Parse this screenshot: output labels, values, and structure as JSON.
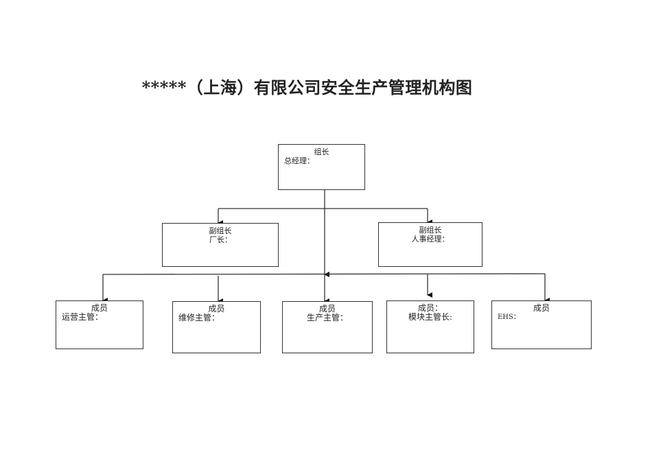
{
  "title": "*****（上海）有限公司安全生产管理机构图",
  "leader": {
    "heading": "组长",
    "role": "总经理："
  },
  "deputies": [
    {
      "heading": "副组长",
      "role": "厂长："
    },
    {
      "heading": "副组长",
      "role": "人事经理："
    }
  ],
  "members": [
    {
      "heading": "成员",
      "role": "运营主管："
    },
    {
      "heading": "成员",
      "role": "维修主管："
    },
    {
      "heading": "成员",
      "role": "生产主管："
    },
    {
      "heading": "成员：",
      "role": "模块主管长:"
    },
    {
      "heading": "成员",
      "role": "EHS："
    }
  ]
}
